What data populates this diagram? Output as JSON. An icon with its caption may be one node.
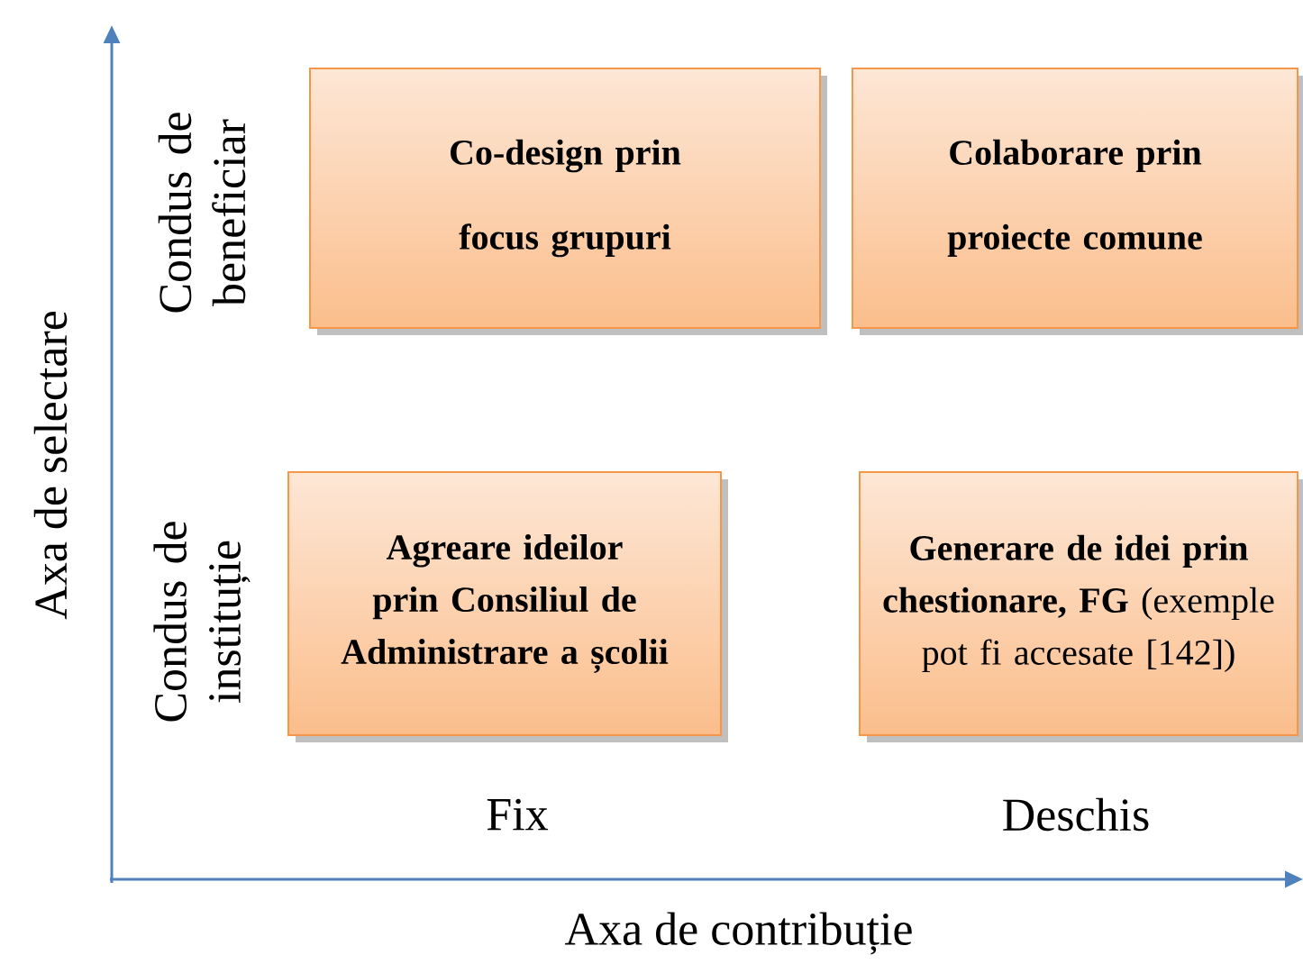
{
  "diagram": {
    "nodes": [
      {
        "text": [
          "Co-design prin focus grupuri"
        ]
      },
      {
        "text": [
          "Colaborare prin proiecte comune"
        ]
      },
      {
        "text": [
          "Agreare ideilor prin Consiliul de Administrare a școlii"
        ]
      },
      {
        "text": [
          "**Generare de idei prin chestionare, FG** (exemple pot fi accesate [142])"
        ]
      }
    ],
    "labels": [
      "Axa de selectare",
      "Condus de beneficiar",
      "Condus de instituție",
      "Fix",
      "Deschis",
      "Axa de contribuție"
    ]
  }
}
